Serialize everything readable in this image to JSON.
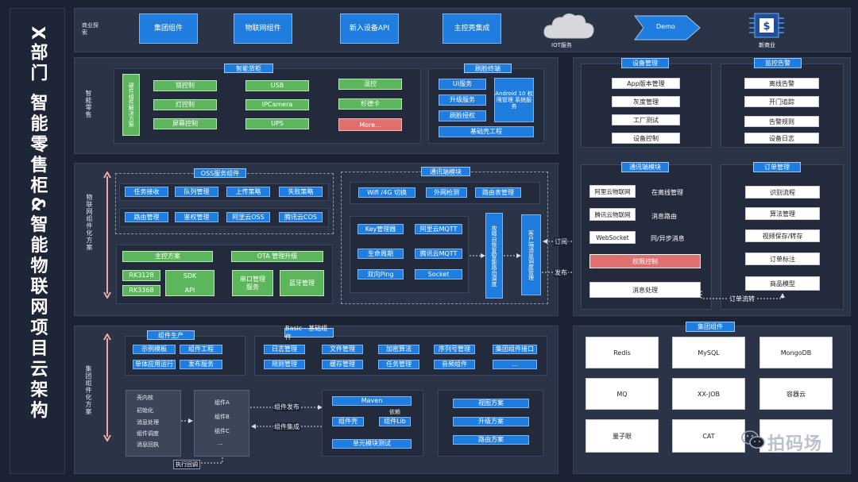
{
  "left_title": "X部门 智能零售柜&智能物联网项目云架构",
  "top": {
    "label": "商业探索",
    "buttons": [
      "集团组件",
      "物联网组件",
      "新入设备API",
      "主控壳集成"
    ],
    "iot_label": "IOT服务",
    "demo": "Demo",
    "new_biz": "新商业"
  },
  "retail": {
    "label": "智能零售",
    "left_title": "智能货柜",
    "hw": "硬件组件解决方案",
    "cells": [
      "锁控制",
      "灯控制",
      "屏幕控制",
      "USB",
      "IPCamera",
      "UPS",
      "温控",
      "杉德卡",
      "More..."
    ],
    "term_title": "刷脸终端",
    "term_cells": [
      "UI服务",
      "升级服务",
      "刷脸授权"
    ],
    "android": "Android 10 权限管理 系统服务",
    "shell": "基础壳工程"
  },
  "iot": {
    "label": "物联网组件化方案",
    "oss_title": "OSS服务组件",
    "oss_row1": [
      "任务接收",
      "队列管理",
      "上传策略",
      "失败策略"
    ],
    "oss_row2": [
      "路由管理",
      "鉴权管理",
      "阿里云OSS",
      "腾讯云COS"
    ],
    "main_plan": "主控方案",
    "ota": "OTA 管理升级",
    "rk": [
      "RK3128",
      "RK3368"
    ],
    "sdk": "SDK",
    "api": "API",
    "serial": "串口管理服务",
    "bt": "蓝牙管理",
    "comm_title": "通讯端模块",
    "comm_row": [
      "Wifi /4G 切换",
      "外网检测",
      "路由表管理"
    ],
    "keys": [
      "Key管理器",
      "阿里云MQTT",
      "生命周期",
      "腾讯云MQTT",
      "双向Ping",
      "Socket"
    ],
    "fault": "故障自恢复智能路由调度",
    "client": "客户端消息调度管理",
    "subscribe": "订阅",
    "publish": "发布"
  },
  "group": {
    "label": "集团组件化方案",
    "prod_title": "组件生产",
    "prod": [
      "示例模板",
      "组件工程",
      "单体应用运行",
      "发布服务"
    ],
    "basic_title": "Basic - 基础组件",
    "basic_row1": [
      "日志管理",
      "文件管理",
      "加密算法",
      "序列号管理",
      "集团组件接口"
    ],
    "basic_row2": [
      "规则管理",
      "缓存管理",
      "任务管理",
      "音频组件",
      "..."
    ],
    "shell_list": [
      "壳内核",
      "初始化",
      "消息处理",
      "组件调度",
      "消息回执"
    ],
    "comp_list": [
      "组件A",
      "组件B",
      "组件C",
      "..."
    ],
    "comp_publish": "组件发布",
    "comp_integrate": "组件集成",
    "exec_cb": "执行回调",
    "maven": "Maven",
    "comp_shell": "组件壳",
    "comp_lib": "组件Lib",
    "dep": "依赖",
    "unit_test": "单元模块测试",
    "plans": [
      "视图方案",
      "升级方案",
      "路由方案"
    ]
  },
  "device": {
    "title": "设备管理",
    "items": [
      "App版本管理",
      "灰度管理",
      "工厂测试",
      "设备控制"
    ]
  },
  "monitor": {
    "title": "监控告警",
    "items": [
      "离线告警",
      "开门追踪",
      "告警规则",
      "设备日志"
    ]
  },
  "comm_right": {
    "title": "通讯端模块",
    "items": [
      "阿里云物联网",
      "在离线管理",
      "腾讯云物联网",
      "消息路由",
      "WebSocket",
      "同/异步消息"
    ],
    "perm": "权限控制",
    "msg": "消息处理",
    "flow": "订单流转"
  },
  "order": {
    "title": "订单管理",
    "items": [
      "识别流程",
      "算法管理",
      "视频保存/转存",
      "订单标注",
      "商品模型"
    ]
  },
  "cluster": {
    "title": "集团组件",
    "items": [
      "Redis",
      "MySQL",
      "MongoDB",
      "MQ",
      "XX-JOB",
      "容器云",
      "量子眼",
      "CAT",
      ""
    ]
  },
  "watermark": "拍码场"
}
